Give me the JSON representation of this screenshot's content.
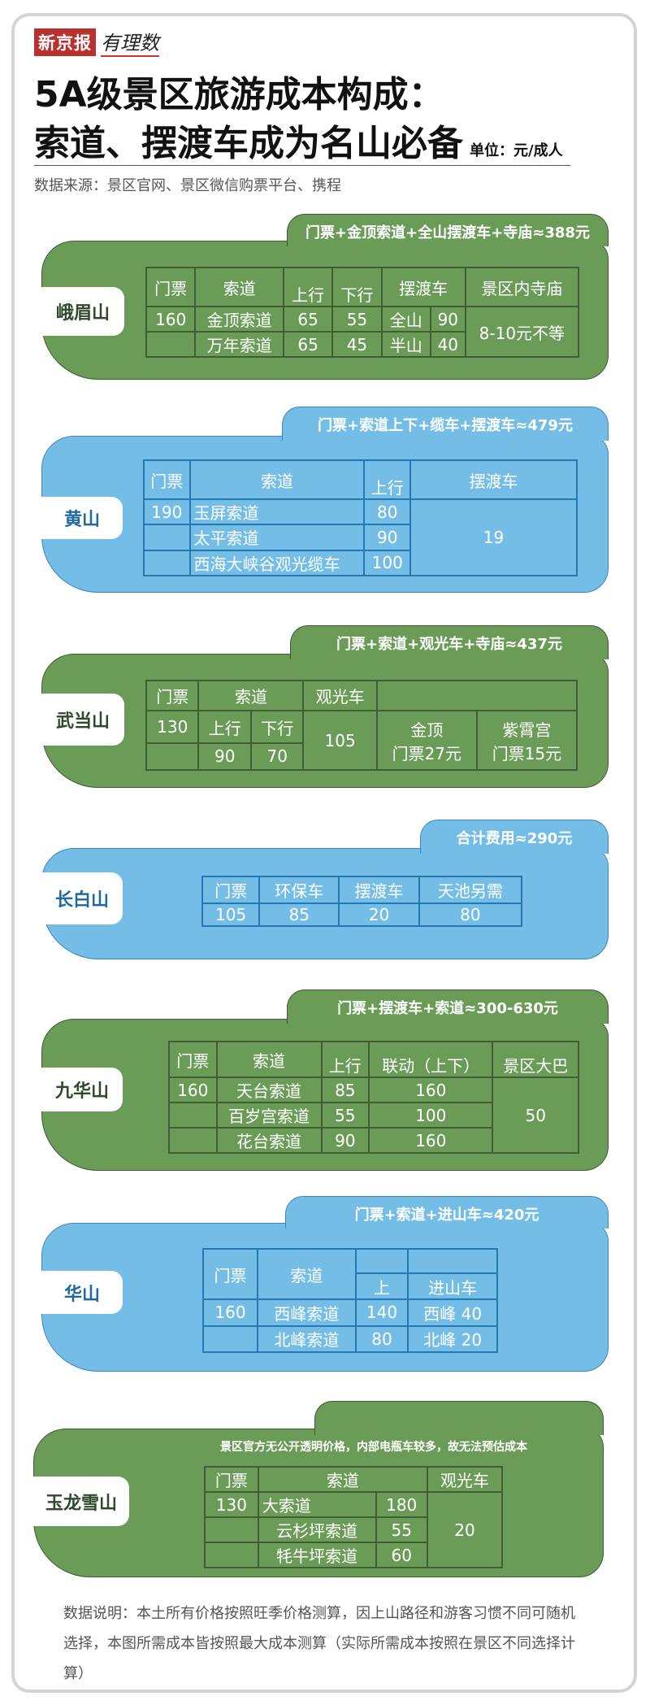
{
  "header": {
    "logo_brand": "新京报",
    "logo_column": "有理数",
    "title_line1": "5A级景区旅游成本构成：",
    "title_line2": "索道、摆渡车成为名山必备",
    "unit": "单位：元/成人",
    "source": "数据来源：景区官网、景区微信购票平台、携程"
  },
  "colors": {
    "green": "#6a9c58",
    "blue": "#74bde6"
  },
  "emei": {
    "name": "峨眉山",
    "total": "门票+金顶索道+全山摆渡车+寺庙≈388元",
    "h": [
      "门票",
      "索道",
      "上行",
      "下行",
      "摆渡车",
      "景区内寺庙"
    ],
    "ticket": "160",
    "r1": [
      "金顶索道",
      "65",
      "55",
      "全山",
      "90"
    ],
    "r2": [
      "万年索道",
      "65",
      "45",
      "半山",
      "40"
    ],
    "temple": "8-10元不等"
  },
  "huang": {
    "name": "黄山",
    "total": "门票+索道上下+缆车+摆渡车≈479元",
    "h": [
      "门票",
      "索道",
      "上行",
      "摆渡车"
    ],
    "ticket": "190",
    "r1": [
      "玉屏索道",
      "80"
    ],
    "r2": [
      "太平索道",
      "90"
    ],
    "r3": [
      "西海大峡谷观光缆车",
      "100"
    ],
    "shuttle": "19"
  },
  "wudang": {
    "name": "武当山",
    "total": "门票+索道+观光车+寺庙≈437元",
    "h": [
      "门票",
      "索道",
      "观光车"
    ],
    "ticket": "130",
    "sub": [
      "上行",
      "下行"
    ],
    "up": "90",
    "down": "70",
    "bus": "105",
    "t1": "金顶",
    "t1p": "门票27元",
    "t2": "紫霄宫",
    "t2p": "门票15元"
  },
  "changbai": {
    "name": "长白山",
    "total": "合计费用≈290元",
    "h": [
      "门票",
      "环保车",
      "摆渡车",
      "天池另需"
    ],
    "v": [
      "105",
      "85",
      "20",
      "80"
    ]
  },
  "jiuhua": {
    "name": "九华山",
    "total": "门票+摆渡车+索道≈300-630元",
    "h": [
      "门票",
      "索道",
      "上行",
      "联动（上下）",
      "景区大巴"
    ],
    "ticket": "160",
    "r1": [
      "天台索道",
      "85",
      "160"
    ],
    "r2": [
      "百岁宫索道",
      "55",
      "100"
    ],
    "r3": [
      "花台索道",
      "90",
      "160"
    ],
    "bus": "50"
  },
  "hua": {
    "name": "华山",
    "total": "门票+索道+进山车≈420元",
    "h": [
      "门票",
      "索道",
      "上",
      "进山车"
    ],
    "ticket": "160",
    "r1": [
      "西峰索道",
      "140",
      "西峰 40"
    ],
    "r2": [
      "北峰索道",
      "80",
      "北峰 20"
    ]
  },
  "yulong": {
    "name": "玉龙雪山",
    "total": "景区官方无公开透明价格，内部电瓶车较多，故无法预估成本",
    "h": [
      "门票",
      "索道",
      "观光车"
    ],
    "ticket": "130",
    "r1": [
      "大索道",
      "180"
    ],
    "r2": [
      "云杉坪索道",
      "55"
    ],
    "r3": [
      "牦牛坪索道",
      "60"
    ],
    "bus": "20"
  },
  "notes": "数据说明：本土所有价格按照旺季价格测算，因上山路径和游客习惯不同可随机选择，本图所需成本皆按照最大成本测算（实际所需成本按照在景区不同选择计算）"
}
